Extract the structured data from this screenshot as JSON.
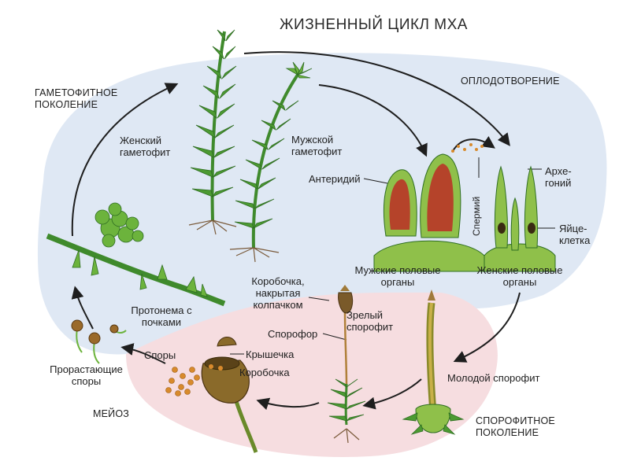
{
  "title": "ЖИЗНЕННЫЙ ЦИКЛ МХА",
  "generations": {
    "gametophyte": [
      "ГАМЕТОФИТНОЕ",
      "ПОКОЛЕНИЕ"
    ],
    "sporophyte": [
      "СПОРОФИТНОЕ",
      "ПОКОЛЕНИЕ"
    ]
  },
  "stages": {
    "fertilization": "ОПЛОДОТВОРЕНИЕ",
    "meiosis": "МЕЙОЗ"
  },
  "labels": {
    "female_gametophyte": [
      "Женский",
      "гаметофит"
    ],
    "male_gametophyte": [
      "Мужской",
      "гаметофит"
    ],
    "antheridium": "Антеридий",
    "sperm": "Спермий",
    "archegonium": [
      "Архе-",
      "гоний"
    ],
    "egg_cell": [
      "Яйце-",
      "клетка"
    ],
    "male_organs": [
      "Мужские половые",
      "органы"
    ],
    "female_organs": [
      "Женские половые",
      "органы"
    ],
    "protonema": [
      "Протонема с",
      "почками"
    ],
    "germinating_spores": [
      "Прорастающие",
      "споры"
    ],
    "spores": "Споры",
    "capsule_calyptra": [
      "Коробочка,",
      "накрытая",
      "колпачком"
    ],
    "mature_sporophyte": [
      "Зрелый",
      "спорофит"
    ],
    "sporophore": "Спорофор",
    "lid": "Крышечка",
    "capsule": "Коробочка",
    "young_sporophyte": "Молодой спорофит"
  },
  "colors": {
    "gametophyte_region": "#dfe8f4",
    "sporophyte_region": "#f6dde0",
    "plant_green": "#3f8a2c",
    "organ_green": "#8fc04a",
    "antheridium_red": "#b5432a",
    "spore_orange": "#d88a2c"
  }
}
